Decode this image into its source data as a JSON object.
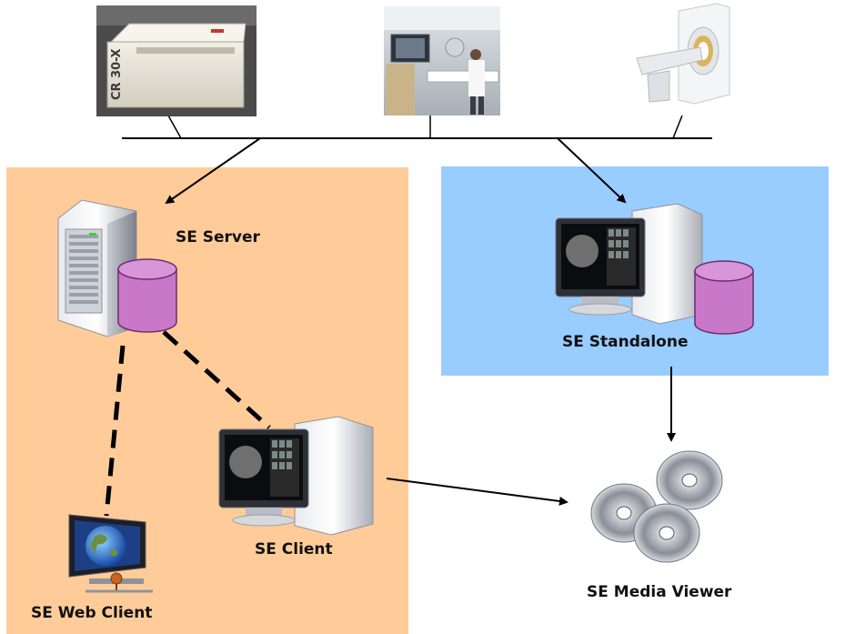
{
  "labels": {
    "server": "SE Server",
    "standalone": "SE Standalone",
    "client": "SE Client",
    "web_client": "SE Web Client",
    "media_viewer": "SE Media Viewer"
  },
  "devices": {
    "cr_reader_text": "CR 30-X"
  },
  "colors": {
    "server_zone": "#FFCC99",
    "standalone_zone": "#99CCFF",
    "database": "#C978C9"
  },
  "icons": [
    "cr-reader-icon",
    "xray-room-icon",
    "ct-scanner-icon",
    "server-tower-icon",
    "database-icon",
    "workstation-icon",
    "web-client-monitor-icon",
    "cd-discs-icon"
  ]
}
